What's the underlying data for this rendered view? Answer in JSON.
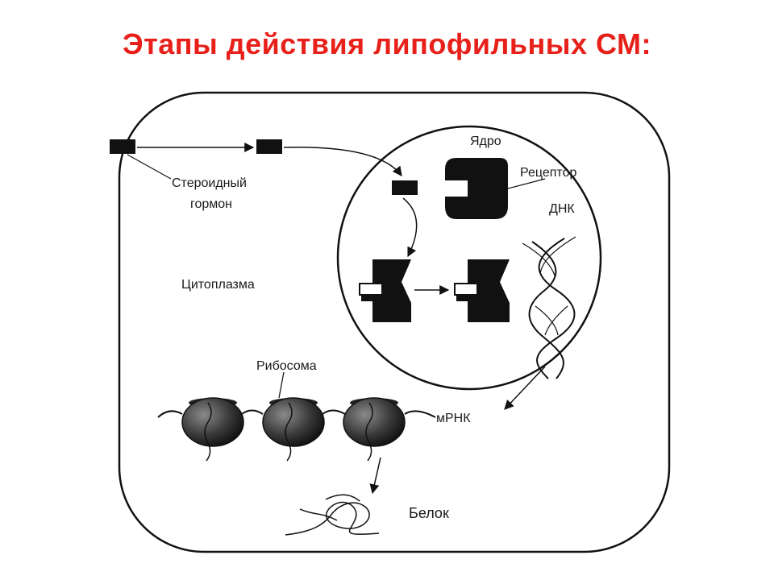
{
  "slide": {
    "title": "Этапы действия липофильных СМ:",
    "title_color": "#e8201a"
  },
  "diagram": {
    "labels": {
      "nucleus": "Ядро",
      "receptor": "Рецептор",
      "dna": "ДНК",
      "steroid_line1": "Стероидный",
      "steroid_line2": "гормон",
      "cytoplasm": "Цитоплазма",
      "ribosome": "Рибосома",
      "mrna": "мРНК",
      "protein": "Белок"
    },
    "ink_color": "#111111"
  }
}
